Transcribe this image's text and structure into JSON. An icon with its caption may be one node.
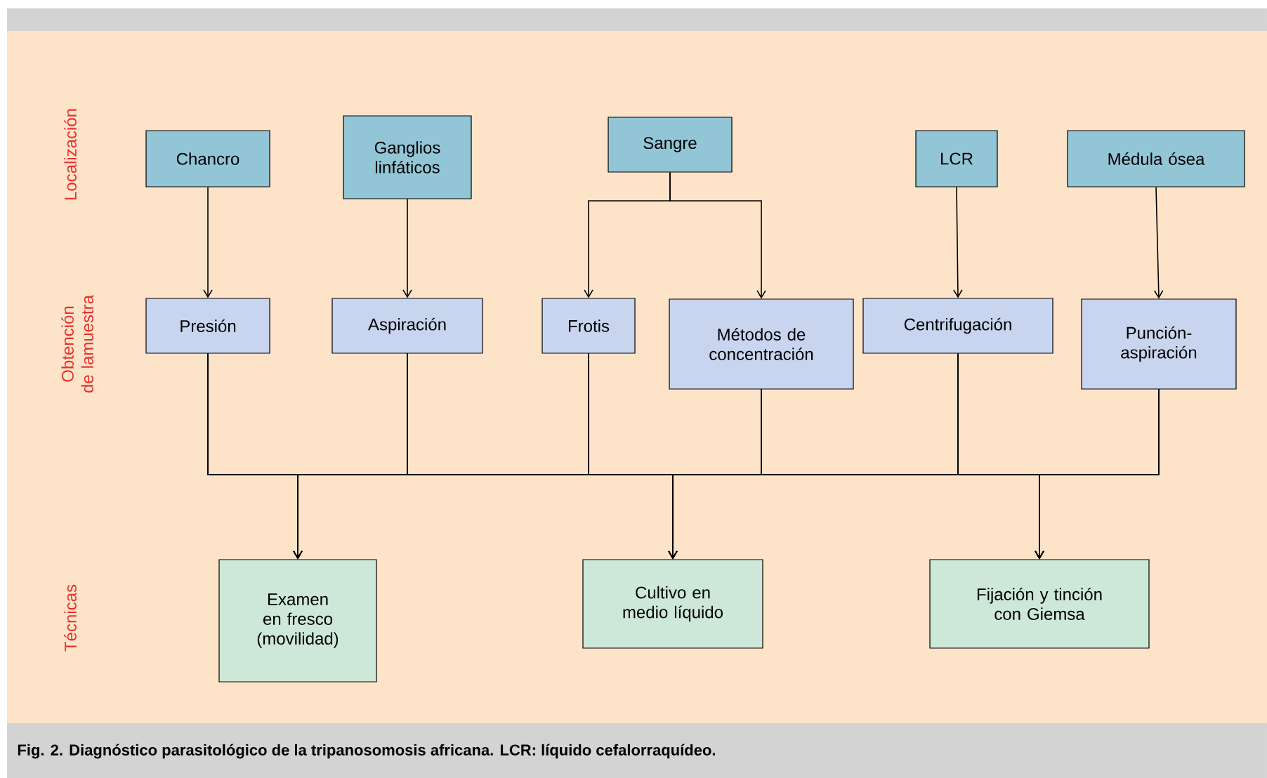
{
  "diagram": {
    "caption": "Fig. 2. Diagnóstico parasitológico de la tripanosomosis africana. LCR: líquido cefalorraquídeo.",
    "nodes": [
      {
        "text": [
          "Chancro"
        ]
      },
      {
        "text": [
          "Ganglios linfáticos"
        ]
      },
      {
        "text": [
          "Sangre"
        ]
      },
      {
        "text": [
          "LCR"
        ]
      },
      {
        "text": [
          "Médula ósea"
        ]
      },
      {
        "text": [
          "Presión"
        ]
      },
      {
        "text": [
          "Aspiración"
        ]
      },
      {
        "text": [
          "Frotis"
        ]
      },
      {
        "text": [
          "Métodos de concentración"
        ]
      },
      {
        "text": [
          "Centrifugación"
        ]
      },
      {
        "text": [
          "Punción-aspiración"
        ]
      },
      {
        "text": [
          "Examen en fresco (movilidad)"
        ]
      },
      {
        "text": [
          "Cultivo en medio líquido"
        ]
      },
      {
        "text": [
          "Fijación y tinción con Giemsa"
        ]
      }
    ],
    "edges": [
      {
        "from": 0,
        "to": 5,
        "arrow": "to"
      },
      {
        "from": 1,
        "to": 6,
        "arrow": "to"
      },
      {
        "from": 2,
        "to": 7,
        "arrow": "to"
      },
      {
        "from": 2,
        "to": 8,
        "arrow": "to"
      },
      {
        "from": 3,
        "to": 9,
        "arrow": "to"
      },
      {
        "from": 4,
        "to": 10,
        "arrow": "to"
      },
      {
        "from": 5,
        "to": 11,
        "arrow": "to"
      },
      {
        "from": 5,
        "to": 12,
        "arrow": "to"
      },
      {
        "from": 5,
        "to": 13,
        "arrow": "to"
      },
      {
        "from": 6,
        "to": 11,
        "arrow": "to"
      },
      {
        "from": 6,
        "to": 12,
        "arrow": "to"
      },
      {
        "from": 6,
        "to": 13,
        "arrow": "to"
      },
      {
        "from": 7,
        "to": 11,
        "arrow": "to"
      },
      {
        "from": 7,
        "to": 12,
        "arrow": "to"
      },
      {
        "from": 7,
        "to": 13,
        "arrow": "to"
      },
      {
        "from": 8,
        "to": 11,
        "arrow": "to"
      },
      {
        "from": 8,
        "to": 12,
        "arrow": "to"
      },
      {
        "from": 8,
        "to": 13,
        "arrow": "to"
      },
      {
        "from": 9,
        "to": 11,
        "arrow": "to"
      },
      {
        "from": 9,
        "to": 12,
        "arrow": "to"
      },
      {
        "from": 9,
        "to": 13,
        "arrow": "to"
      },
      {
        "from": 10,
        "to": 11,
        "arrow": "to"
      },
      {
        "from": 10,
        "to": 12,
        "arrow": "to"
      },
      {
        "from": 10,
        "to": 13,
        "arrow": "to"
      }
    ],
    "labels": [
      "Localización",
      "Obtención de lamuestra",
      "Técnicas"
    ]
  }
}
